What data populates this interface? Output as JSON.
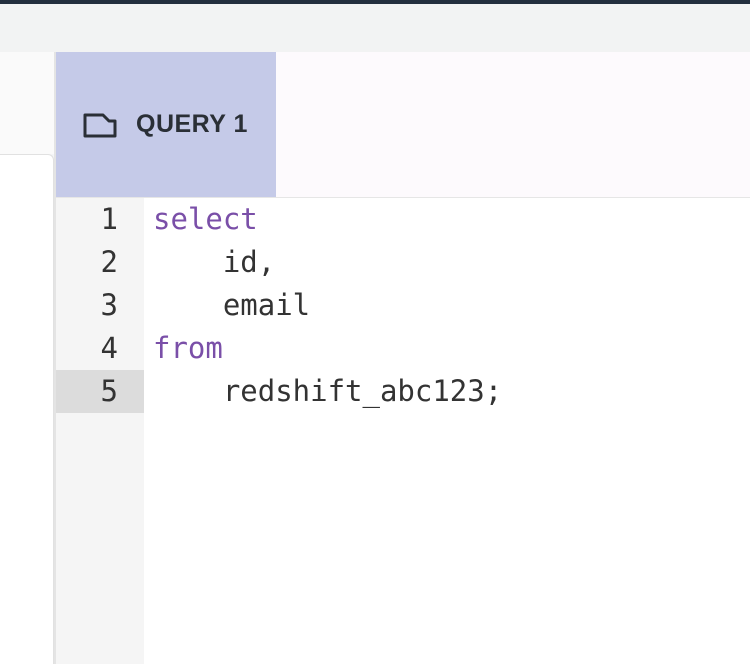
{
  "tabs": [
    {
      "label": "QUERY 1",
      "icon": "folder-icon",
      "active": true
    }
  ],
  "editor": {
    "active_line": 5,
    "lines": [
      {
        "number": "1",
        "text": "select",
        "type": "keyword"
      },
      {
        "number": "2",
        "text": "    id,",
        "type": "identifier"
      },
      {
        "number": "3",
        "text": "    email",
        "type": "identifier"
      },
      {
        "number": "4",
        "text": "from",
        "type": "keyword"
      },
      {
        "number": "5",
        "text": "    redshift_abc123;",
        "type": "identifier"
      }
    ]
  },
  "colors": {
    "tab_active_bg": "#c5cae8",
    "keyword": "#7a4fa8",
    "text": "#333333",
    "gutter_bg": "#f5f5f5",
    "active_line_bg": "#dcdcdc"
  }
}
